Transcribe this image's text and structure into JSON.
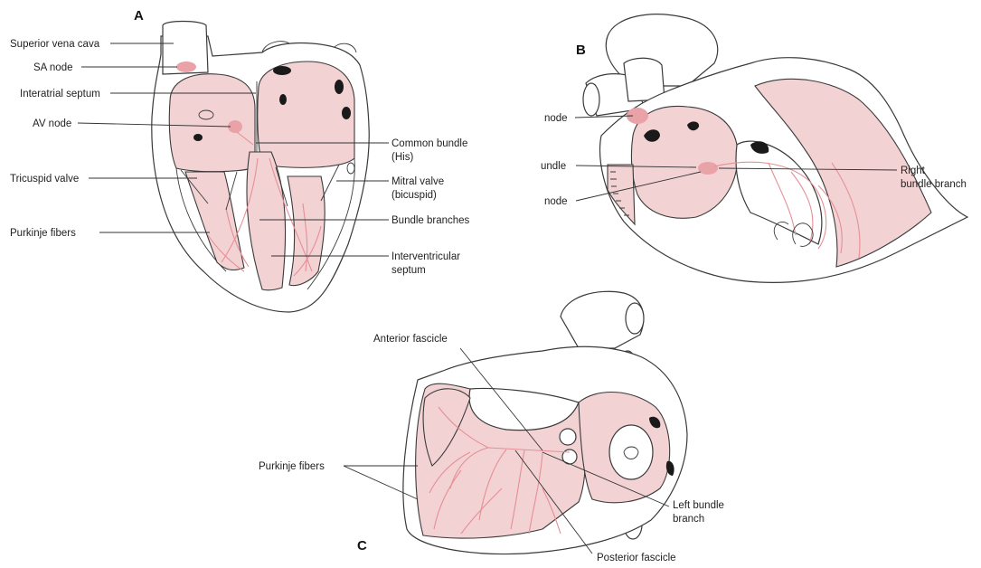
{
  "panels": {
    "a": {
      "letter": "A",
      "labels": {
        "superior_vena_cava": "Superior vena cava",
        "sa_node": "SA node",
        "interatrial_septum": "Interatrial septum",
        "av_node": "AV node",
        "tricuspid_valve": "Tricuspid valve",
        "purkinje_fibers": "Purkinje fibers",
        "common_bundle_1": "Common bundle",
        "common_bundle_2": "(His)",
        "mitral_valve_1": "Mitral valve",
        "mitral_valve_2": "(bicuspid)",
        "bundle_branches": "Bundle branches",
        "interventricular_1": "Interventricular",
        "interventricular_2": "septum"
      }
    },
    "b": {
      "letter": "B",
      "labels": {
        "node_top": "node",
        "undle": "undle",
        "node_bottom": "node",
        "right_bundle_1": "Right",
        "right_bundle_2": "bundle branch"
      }
    },
    "c": {
      "letter": "C",
      "labels": {
        "anterior_fascicle": "Anterior fascicle",
        "purkinje_fibers": "Purkinje fibers",
        "left_bundle_1": "Left bundle",
        "left_bundle_2": "branch",
        "posterior_fascicle": "Posterior fascicle"
      }
    }
  },
  "colors": {
    "tissue_pink": "#f3d2d4",
    "node_pink": "#e9a3a8",
    "fiber_pink": "#e58f96",
    "line": "#3a3a3a"
  }
}
